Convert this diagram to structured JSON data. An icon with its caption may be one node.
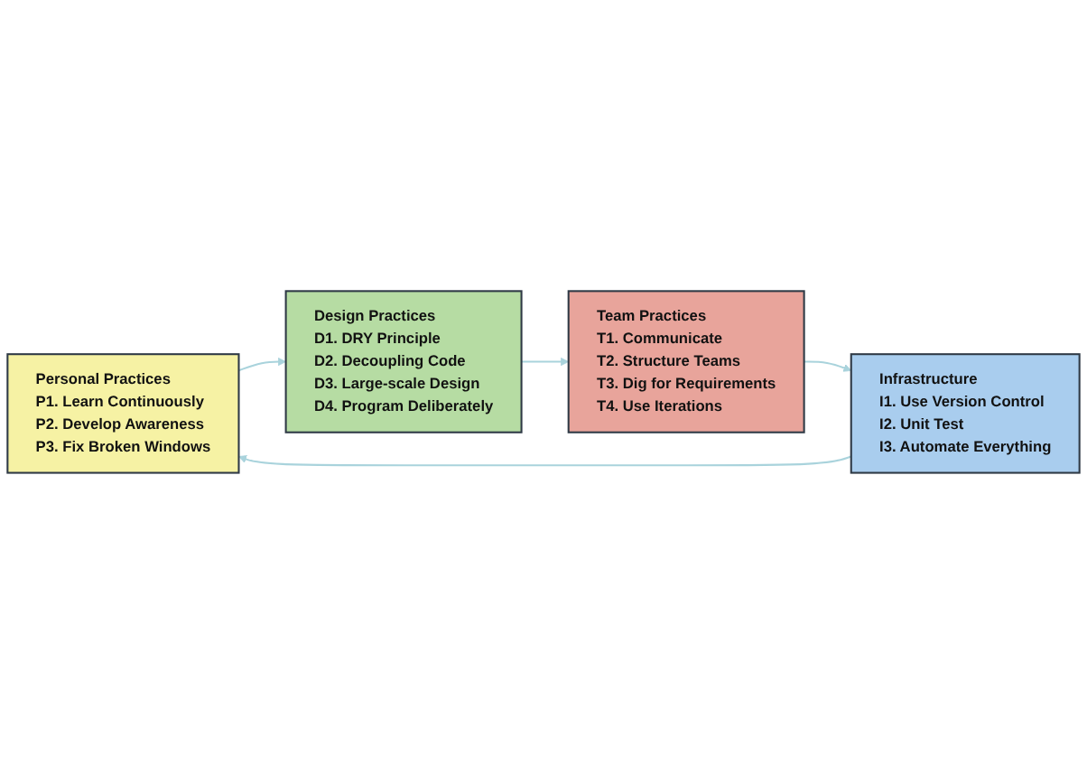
{
  "diagram": {
    "nodes": [
      {
        "text": [
          "Personal Practices",
          "P1. Learn Continuously",
          "P2. Develop Awareness",
          "P3. Fix Broken Windows"
        ]
      },
      {
        "text": [
          "Design Practices",
          "D1. DRY Principle",
          "D2. Decoupling Code",
          "D3. Large-scale Design",
          "D4. Program Deliberately"
        ]
      },
      {
        "text": [
          "Team Practices",
          "T1. Communicate",
          "T2. Structure Teams",
          "T3. Dig for Requirements",
          "T4. Use Iterations"
        ]
      },
      {
        "text": [
          "Infrastructure",
          "I1. Use Version Control",
          "I2. Unit Test",
          "I3. Automate Everything"
        ]
      }
    ],
    "edges": [
      {
        "from": 0,
        "to": 1,
        "arrow": "to"
      },
      {
        "from": 1,
        "to": 2,
        "arrow": "to"
      },
      {
        "from": 2,
        "to": 3,
        "arrow": "to"
      },
      {
        "from": 3,
        "to": 0,
        "arrow": "to"
      }
    ]
  }
}
